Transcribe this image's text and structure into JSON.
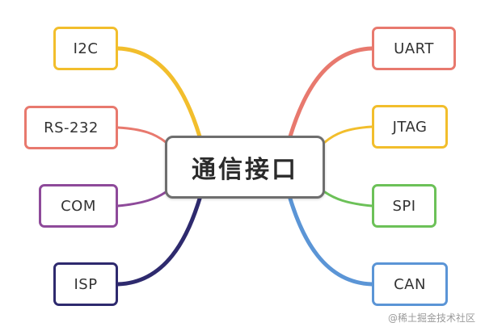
{
  "center": {
    "label": "通信接口",
    "color": "#6e6e6e"
  },
  "branches": [
    {
      "id": "i2c",
      "label": "I2C",
      "side": "left",
      "color": "#f2be2c"
    },
    {
      "id": "rs232",
      "label": "RS-232",
      "side": "left",
      "color": "#e8796e"
    },
    {
      "id": "com",
      "label": "COM",
      "side": "left",
      "color": "#8e4a9a"
    },
    {
      "id": "isp",
      "label": "ISP",
      "side": "left",
      "color": "#2e2a6e"
    },
    {
      "id": "uart",
      "label": "UART",
      "side": "right",
      "color": "#e8796e"
    },
    {
      "id": "jtag",
      "label": "JTAG",
      "side": "right",
      "color": "#f2be2c"
    },
    {
      "id": "spi",
      "label": "SPI",
      "side": "right",
      "color": "#6cc158"
    },
    {
      "id": "can",
      "label": "CAN",
      "side": "right",
      "color": "#5b95d6"
    }
  ],
  "watermark": "@稀土掘金技术社区"
}
